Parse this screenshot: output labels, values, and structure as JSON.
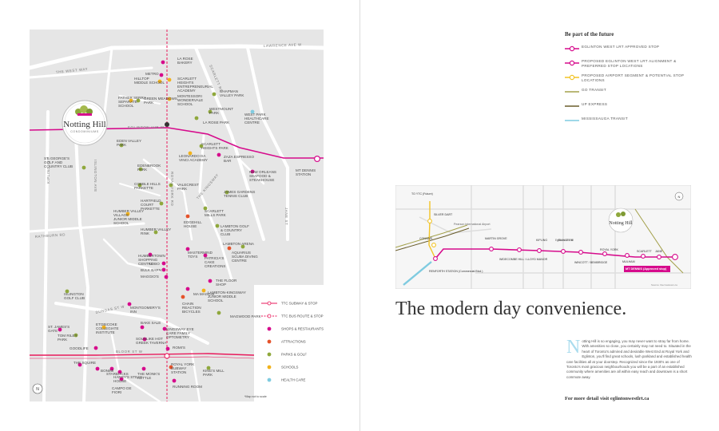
{
  "left_map": {
    "logo": {
      "name": "Notting Hill",
      "tagline": "CONDOMINIUMS"
    },
    "streets": {
      "eglinton": "EGLINTON AVE W",
      "lawrence": "LAWRENCE AVE W",
      "the_west_way": "THE WEST WAY",
      "rathburn": "RATHBURN RD",
      "dundas": "DUNDAS ST W",
      "bloor": "BLOOR ST W",
      "islington": "ISLINGTON AVE",
      "royal_york": "ROYAL YORK RD",
      "scarlett": "SCARLETT RD",
      "jane": "JANE ST",
      "kipling": "KIPLING AVE",
      "the_kingsway": "THE KINGSWAY"
    },
    "places": [
      "LA ROSE BAKERY",
      "METRO",
      "HILLTOP MIDDLE SCHOOL",
      "SCARLETT HEIGHTS ENTREPRENEURIAL ACADEMY",
      "FATHER SERRA SEPARATE SCHOOL",
      "GREEN MEADOWS PARK",
      "MONTESSORI WONDERVALE SCHOOL",
      "CHAPMAN VALLEY PARK",
      "LA ROSE PARK",
      "WESTMOUNT PARK",
      "WEST PARK HEALTHCARE CENTRE",
      "EDEN VALLEY PARK",
      "ST. GEORGE'S GOLF AND COUNTRY CLUB",
      "SCARLETT HEIGHTS PARK",
      "ZAZA ESPRESSO BAR",
      "EDENBROOK PARK",
      "LEONARDO DA VINCI ACADEMY",
      "NEW ORLEANS SEAFOOD & STEAKHOUSE",
      "MT DENNIS STATION",
      "COBBLE HILLS PARKETTE",
      "VALECREST PARK",
      "JAMES GARDENS TENNIS CLUB",
      "HARTFIELD COURT PARKETTE",
      "SCARLETT MILLS PARK",
      "HUMBER VALLEY VILLAGE JUNIOR MIDDLE SCHOOL",
      "EDGEHILL HOUSE",
      "LAMBTON GOLF & COUNTRY CLUB",
      "HUMBER VALLEY RINK",
      "HUMBERTOWN SHOPPING CENTRE",
      "MASTERMIND TOYS",
      "LAMBTON ARENA",
      "AQUARIUS SCUBA DIVING CENTRE",
      "PATRICIA'S CAKE CREATIONS",
      "LOBO",
      "BULK BARN",
      "MAGGIO'S",
      "THE FLOOR SHOP",
      "ISLINGTON GOLF CLUB",
      "MA MAISON",
      "LAMBTON-KINGSWAY JUNIOR MIDDLE SCHOOL",
      "CHAIN REACTION BICYCLES",
      "MONTGOMERY'S INN",
      "MAGWOOD PARK",
      "ETOBICOKE COLLEGIATE INSTITUTE",
      "BAKE SALE",
      "ST. JAMES'S GATE",
      "TOM RILEY PARK",
      "KINGSWAY EYE CARE FAMILY OPTOMETRY",
      "SOUSLIKE HOT GREEK TAVERNA",
      "GOODLIFE",
      "ROMI'S",
      "THE SQUIRE",
      "BONIMI",
      "STARBUCKS",
      "HARRY'S STEAK HOUSE",
      "THE MONK'S KETTLE",
      "ROYAL YORK SUBWAY STATION",
      "KING'S MILL PARK",
      "CAMPO DE FIORI",
      "RUNNING ROOM"
    ],
    "legend": [
      {
        "label": "TTC SUBWAY & STOP",
        "color": "#e8195b"
      },
      {
        "label": "TTC BUS ROUTE & STOP",
        "color": "#e8195b"
      },
      {
        "label": "SHOPS & RESTAURANTS",
        "color": "#d60b8c"
      },
      {
        "label": "ATTRACTIONS",
        "color": "#e5532b"
      },
      {
        "label": "PARKS & GOLF",
        "color": "#8fa83c"
      },
      {
        "label": "SCHOOLS",
        "color": "#f2b21b"
      },
      {
        "label": "HEALTH CARE",
        "color": "#7fcbe0"
      }
    ],
    "note": "*Map not to scale",
    "compass": "N"
  },
  "right": {
    "legend_title": "Be part of the future",
    "legend": [
      {
        "label": "EGLINTON WEST LRT APPROVED STOP",
        "color": "#d60b8c"
      },
      {
        "label": "PROPOSED EGLINTON WEST LRT ALIGNMENT & PREFERRED STOP LOCATIONS",
        "color": "#d60b8c"
      },
      {
        "label": "PROPOSED AIRPORT SEGMENT & POTENTIAL STOP LOCATIONS",
        "color": "#f2c427"
      },
      {
        "label": "GO TRANSIT",
        "color": "#a3a04a"
      },
      {
        "label": "UP EXPRESS",
        "color": "#6a5d2b"
      },
      {
        "label": "MISSISSAUGA TRANSIT",
        "color": "#7fcbe0"
      }
    ],
    "transit_map": {
      "stops": [
        "SILVER DART",
        "CONVAIR",
        "RENFORTH STATION (Commercial Blvd.)",
        "MARTIN GROVE",
        "WIDECOMBE HILL / LLOYD MANOR",
        "KIPLING",
        "ISLINGTON",
        "WINCOTT / BEMBRIDGE",
        "ROYAL YORK",
        "MULHAM",
        "SCARLETT",
        "JANE",
        "MT DENNIS (Approved stop)"
      ],
      "airport": "Pearson International Airport",
      "to_ytc": "TO YTC (Future)",
      "eglinton": "Eglinton Ave W",
      "source": "Source: thecrosstown.ca",
      "compass": "N"
    },
    "headline": "The modern day convenience.",
    "dropcap": "N",
    "body": "otting Hill is so engaging, you may never want to stray far from home. With amenities so close, you certainly may not need to. Situated in the heart of Toronto's admired and desirable West End at Royal York and Eglinton, you'll find great schools, lush parkland and established health care facilities all at your doorstep. Recognized since the 1930's as one of Toronto's most gracious neighbourhoods you will be a part of an established community where amenities are all within easy reach and downtown is a short commute away.",
    "more": "For more detail visit eglintonwestlrt.ca"
  }
}
